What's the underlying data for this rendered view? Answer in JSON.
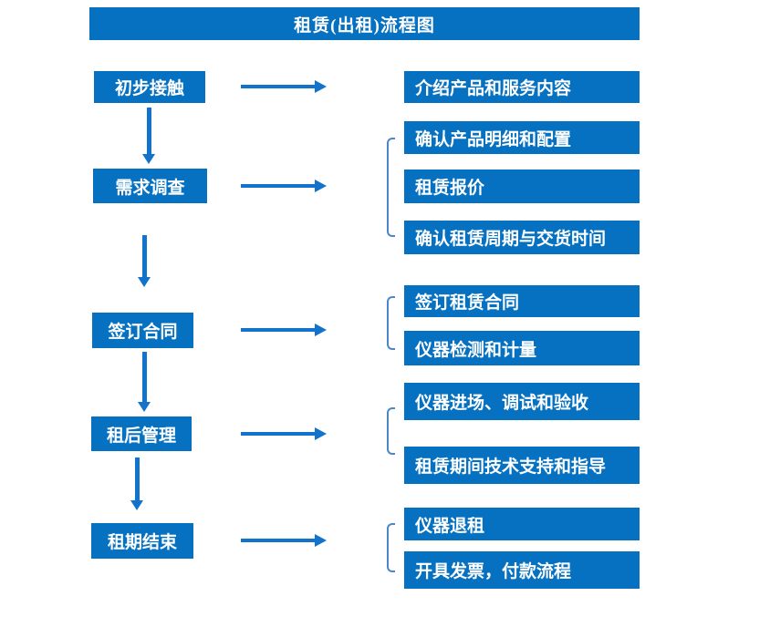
{
  "title": "租赁(出租)流程图",
  "colors": {
    "box_blue": "#0771C1",
    "arrow_blue": "#1273CC",
    "bracket_blue": "#4A86C8",
    "text_white": "#ffffff",
    "background": "#ffffff"
  },
  "flow": {
    "steps": [
      {
        "label": "初步接触",
        "details": [
          "介绍产品和服务内容"
        ]
      },
      {
        "label": "需求调查",
        "details": [
          "确认产品明细和配置",
          "租赁报价",
          "确认租赁周期与交货时间"
        ]
      },
      {
        "label": "签订合同",
        "details": [
          "签订租赁合同",
          "仪器检测和计量"
        ]
      },
      {
        "label": "租后管理",
        "details": [
          "仪器进场、调试和验收",
          "租赁期间技术支持和指导"
        ]
      },
      {
        "label": "租期结束",
        "details": [
          "仪器退租",
          "开具发票，付款流程"
        ]
      }
    ]
  }
}
